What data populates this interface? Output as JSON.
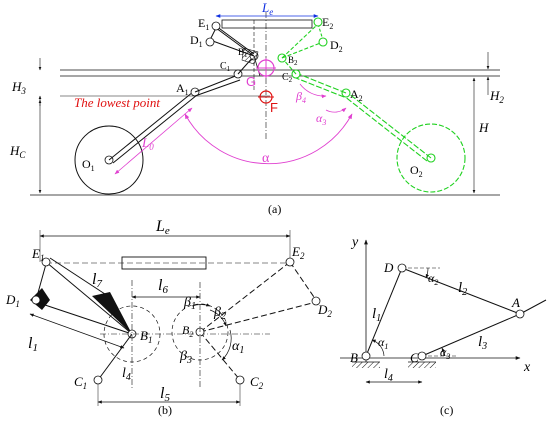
{
  "colors": {
    "black": "#111111",
    "green": "#1fd11f",
    "magenta": "#e040d0",
    "red": "#e01010",
    "blue": "#1030e0",
    "grey": "#888888"
  },
  "panel_a": {
    "caption": "(a)",
    "E1": "E",
    "E1_sub": "1",
    "E2": "E",
    "E2_sub": "2",
    "D1": "D",
    "D1_sub": "1",
    "D2": "D",
    "D2_sub": "2",
    "C1": "C",
    "C1_sub": "1",
    "C2": "C",
    "C2_sub": "2",
    "B1": "B",
    "B1_sub": "1",
    "B2": "B",
    "B2_sub": "2",
    "A1": "A",
    "A1_sub": "1",
    "A2": "A",
    "A2_sub": "2",
    "O1": "O",
    "O1_sub": "1",
    "O2": "O",
    "O2_sub": "2",
    "G": "G",
    "F": "F",
    "Le": "L",
    "Le_sub": "e",
    "L0": "L",
    "L0_sub": "0",
    "H3": "H",
    "H3_sub": "3",
    "H2": "H",
    "H2_sub": "2",
    "HC": "H",
    "HC_sub": "C",
    "H": "H",
    "beta4": "β",
    "beta4_sub": "4",
    "alpha3": "α",
    "alpha3_sub": "3",
    "alpha": "α",
    "lowest_point": "The lowest point"
  },
  "panel_b": {
    "caption": "(b)",
    "Le": "L",
    "Le_sub": "e",
    "E1": "E",
    "E1_sub": "1",
    "E2": "E",
    "E2_sub": "2",
    "D1": "D",
    "D1_sub": "1",
    "D2": "D",
    "D2_sub": "2",
    "C1": "C",
    "C1_sub": "1",
    "C2": "C",
    "C2_sub": "2",
    "B1": "B",
    "B1_sub": "1",
    "B2": "B",
    "B2_sub": "2",
    "l1": "l",
    "l1_sub": "1",
    "l4": "l",
    "l4_sub": "4",
    "l5": "l",
    "l5_sub": "5",
    "l6": "l",
    "l6_sub": "6",
    "l7": "l",
    "l7_sub": "7",
    "beta1": "β",
    "beta1_sub": "1",
    "beta2": "β",
    "beta2_sub": "2",
    "beta3": "β",
    "beta3_sub": "3",
    "alpha1": "α",
    "alpha1_sub": "1"
  },
  "panel_c": {
    "caption": "(c)",
    "y": "y",
    "x": "x",
    "D": "D",
    "A": "A",
    "B": "B",
    "C": "C",
    "l1": "l",
    "l1_sub": "1",
    "l2": "l",
    "l2_sub": "2",
    "l3": "l",
    "l3_sub": "3",
    "l4": "l",
    "l4_sub": "4",
    "alpha1": "α",
    "alpha1_sub": "1",
    "alpha2": "α",
    "alpha2_sub": "2",
    "alpha3": "α",
    "alpha3_sub": "3"
  }
}
